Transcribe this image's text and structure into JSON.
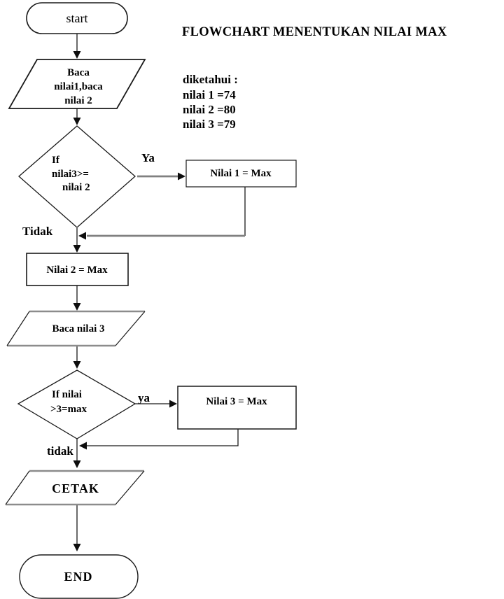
{
  "title": "FLOWCHART MENENTUKAN NILAI MAX",
  "given": {
    "heading": "diketahui :",
    "line1": "nilai 1 =74",
    "line2": "nilai 2 =80",
    "line3": "nilai 3 =79"
  },
  "nodes": {
    "start": {
      "type": "terminator",
      "label": "start"
    },
    "read_nilai12": {
      "type": "io",
      "line1": "Baca",
      "line2": "nilai1,baca",
      "line3": "nilai 2"
    },
    "decision1": {
      "type": "decision",
      "line1": "If",
      "line2": "nilai3>=",
      "line3": "nilai 2"
    },
    "assign_nilai1": {
      "type": "process",
      "label": "Nilai 1 = Max"
    },
    "assign_nilai2": {
      "type": "process",
      "label": "Nilai 2 = Max"
    },
    "read_nilai3": {
      "type": "io",
      "label": "Baca nilai 3"
    },
    "decision2": {
      "type": "decision",
      "line1": "If nilai",
      "line2": ">3=max"
    },
    "assign_nilai3": {
      "type": "process",
      "label": "Nilai 3 = Max"
    },
    "print": {
      "type": "io",
      "label": "CETAK"
    },
    "end": {
      "type": "terminator",
      "label": "END"
    }
  },
  "branches": {
    "decision1_yes": "Ya",
    "decision1_no": "Tidak",
    "decision2_yes": "ya",
    "decision2_no": "tidak"
  },
  "colors": {
    "stroke": "#1a1a1a",
    "grey_connector": "#808080",
    "background": "#ffffff",
    "text": "#000000"
  }
}
